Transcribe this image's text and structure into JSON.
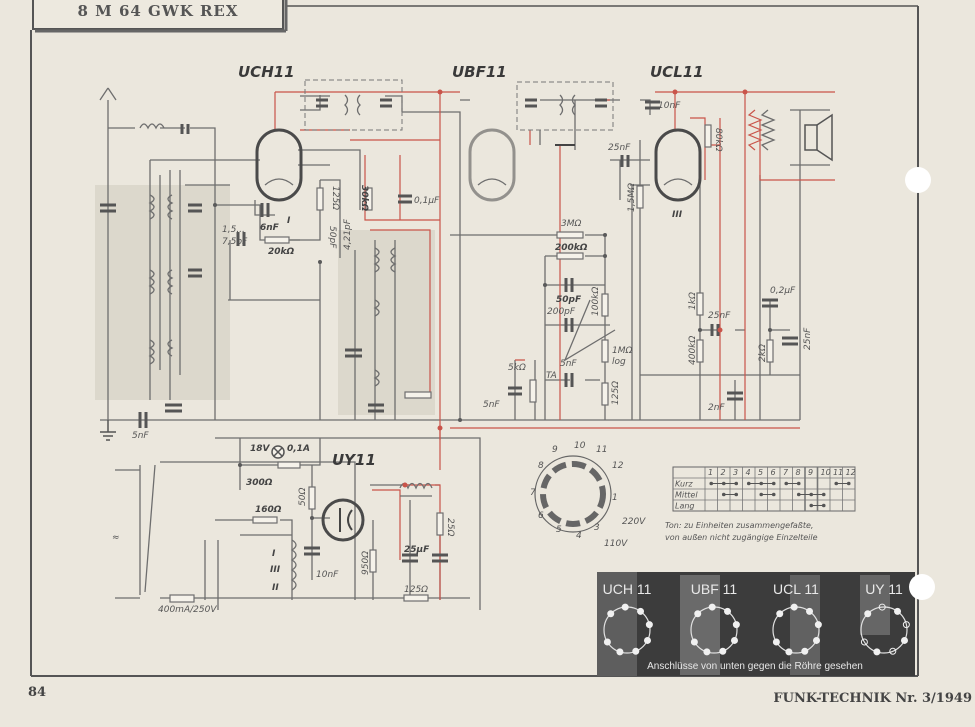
{
  "header": {
    "title": "8 M 64 GWK REX"
  },
  "footer": {
    "page_number": "84",
    "journal": "FUNK-TECHNIK Nr. 3/1949"
  },
  "tubes": {
    "uch": "UCH11",
    "ubf": "UBF11",
    "ucl": "UCL11",
    "uy": "UY11"
  },
  "components": {
    "ant_cap": "5nF",
    "trimmer": "1,5...",
    "trimmer2": "7,5pF",
    "c_6nF": "6nF",
    "r_20k": "20kΩ",
    "r_125": "125Ω",
    "c_50pF": "50pF",
    "c_421": "4,21pF",
    "r_30k": "30kΩ",
    "c_01": "0,1µF",
    "r_3M": "3MΩ",
    "r_200k": "200kΩ",
    "c_50pF_b": "50pF",
    "r_100k": "100kΩ",
    "c_200pF": "200pF",
    "c_5nF_b": "5nF",
    "pot_1M": "1MΩ",
    "pot_log": "log",
    "ta": "TA",
    "r_125_b": "125Ω",
    "r_5k": "5kΩ",
    "c_5nF_c": "5nF",
    "r_15M": "1,5MΩ",
    "c_25nF": "25nF",
    "c_10nF": "10nF",
    "r_80k": "80kΩ",
    "r_1k": "1kΩ",
    "c_25nF_b": "25nF",
    "r_400k": "400kΩ",
    "c_2nF": "2nF",
    "c_02": "0,2µF",
    "r_2k": "2kΩ",
    "c_25nF_c": "25nF",
    "lamp_v": "18V",
    "lamp_a": "0,1A",
    "r_300": "300Ω",
    "r_50": "50Ω",
    "r_160": "160Ω",
    "c_10nF_b": "10nF",
    "r_950": "950Ω",
    "c_25uF": "25µF",
    "r_125_c": "125Ω",
    "r_25": "25Ω",
    "fuse": "400mA/250V",
    "mains": "≈",
    "coil_I": "I",
    "coil_III": "III",
    "coil_II": "II",
    "heater_I": "I",
    "heater_III": "III",
    "v220": "220V",
    "v110": "110V"
  },
  "pins": {
    "p1": "1",
    "p2": "2",
    "p3": "3",
    "p4": "4",
    "p5": "5",
    "p6": "6",
    "p7": "7",
    "p8": "8",
    "p9": "9",
    "p10": "10",
    "p11": "11",
    "p12": "12"
  },
  "switch_table": {
    "columns": [
      "1",
      "2",
      "3",
      "4",
      "5",
      "6",
      "7",
      "8",
      "9",
      "10",
      "11",
      "12"
    ],
    "rows": [
      {
        "label": "Kurz",
        "links": [
          [
            1,
            3
          ],
          [
            4,
            6
          ],
          [
            7,
            8
          ],
          [
            11,
            12
          ]
        ]
      },
      {
        "label": "Mittel",
        "links": [
          [
            2,
            3
          ],
          [
            5,
            6
          ],
          [
            8,
            10
          ]
        ]
      },
      {
        "label": "Lang",
        "links": [
          [
            9,
            10
          ]
        ]
      }
    ],
    "caption1": "Ton: zu Einheiten zusammengefaßte,",
    "caption2": "von außen nicht zugängige Einzelteile"
  },
  "socket_panel": {
    "tubes": [
      "UCH 11",
      "UBF 11",
      "UCL 11",
      "UY 11"
    ],
    "caption": "Anschlüsse von unten gegen die Röhre gesehen"
  },
  "colors": {
    "paper": "#ebe7dd",
    "wire": "#6e6e6e",
    "red_wire": "#c9544a",
    "panel": "#3a3a3a"
  }
}
